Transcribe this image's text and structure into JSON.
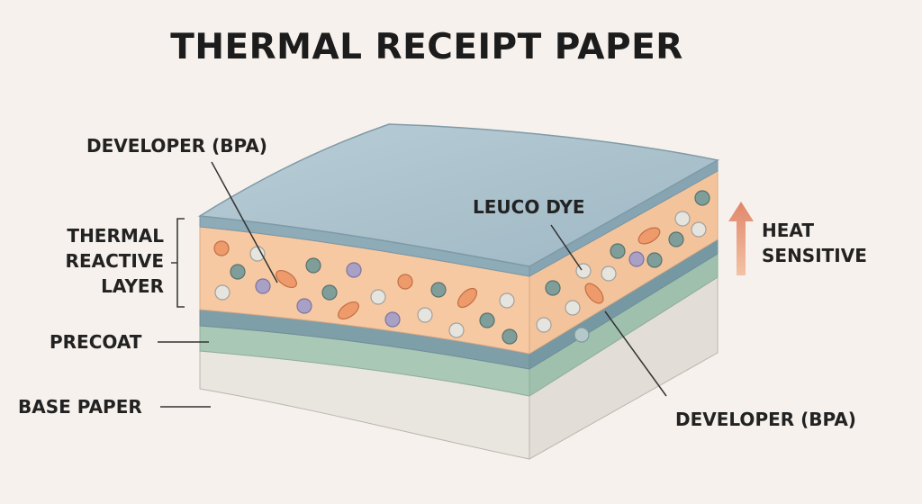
{
  "title": "THERMAL RECEIPT PAPER",
  "labels": {
    "developer_top": "DEVELOPER (BPA)",
    "thermal_reactive_layer": [
      "THERMAL",
      "REACTIVE",
      "LAYER"
    ],
    "precoat": "PRECOAT",
    "base_paper": "BASE PAPER",
    "leuco_dye": "LEUCO DYE",
    "heat_sensitive": [
      "HEAT",
      "SENSITIVE"
    ],
    "developer_bottom": "DEVELOPER (BPA)"
  },
  "colors": {
    "background": "#f6f1ec",
    "top_coat": "#a9c1cd",
    "thermal_layer": "#f6c9a2",
    "blue_band": "#7e9ea8",
    "precoat": "#a9c8b6",
    "base_paper": "#e9e6e0",
    "heat_arrow": "#e0876a"
  },
  "icons": {
    "heat_arrow": "up-arrow-icon"
  }
}
